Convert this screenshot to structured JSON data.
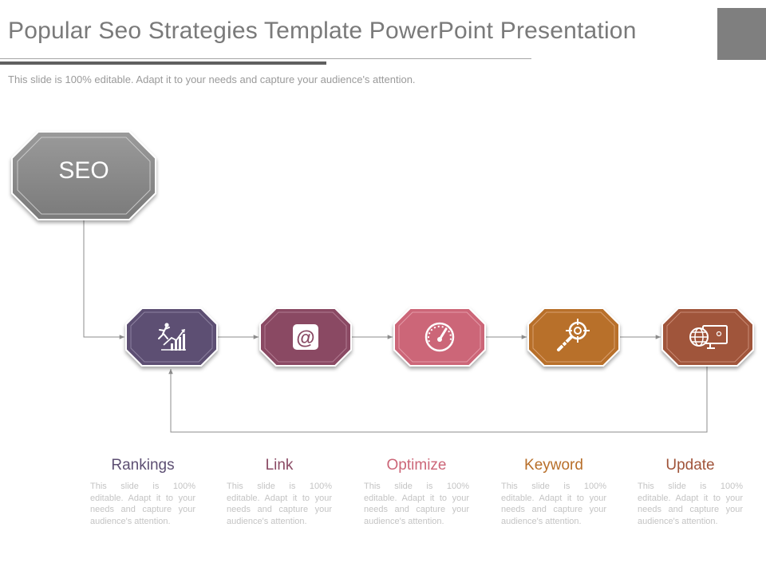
{
  "header": {
    "title": "Popular Seo Strategies Template PowerPoint Presentation",
    "subtitle": "This slide is 100% editable. Adapt it to your needs and capture your audience's attention."
  },
  "root": {
    "label": "SEO",
    "color": "#8a8a8a"
  },
  "steps": [
    {
      "title": "Rankings",
      "icon": "rankings-chart-icon",
      "color": "#5d4f73",
      "desc": "This slide is 100% editable. Adapt it to your needs and capture your audience's attention."
    },
    {
      "title": "Link",
      "icon": "at-sign-icon",
      "color": "#8a4a64",
      "desc": "This slide is 100% editable. Adapt it to your needs and capture your audience's attention."
    },
    {
      "title": "Optimize",
      "icon": "speedometer-icon",
      "color": "#cc6678",
      "desc": "This slide is 100% editable. Adapt it to your needs and capture your audience's attention."
    },
    {
      "title": "Keyword",
      "icon": "target-search-icon",
      "color": "#b86f2a",
      "desc": "This slide is 100% editable. Adapt it to your needs and capture your audience's attention."
    },
    {
      "title": "Update",
      "icon": "globe-monitor-icon",
      "color": "#a0543a",
      "desc": "This slide is 100% editable. Adapt it to your needs and capture your audience's attention."
    }
  ]
}
